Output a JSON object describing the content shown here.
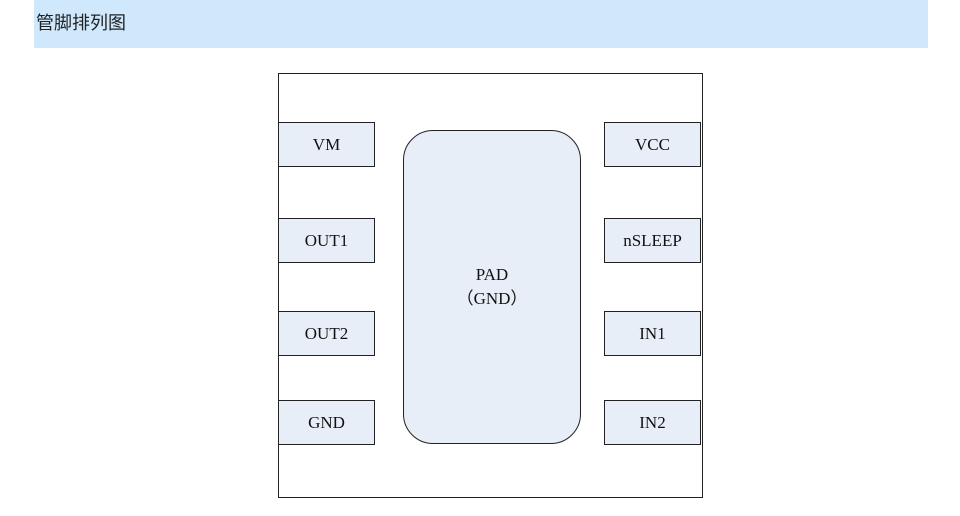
{
  "header": {
    "title": "管脚排列图"
  },
  "diagram": {
    "left_pins": [
      "VM",
      "OUT1",
      "OUT2",
      "GND"
    ],
    "right_pins": [
      "VCC",
      "nSLEEP",
      "IN1",
      "IN2"
    ],
    "pad": {
      "label": "PAD",
      "sublabel": "（GND）"
    }
  }
}
